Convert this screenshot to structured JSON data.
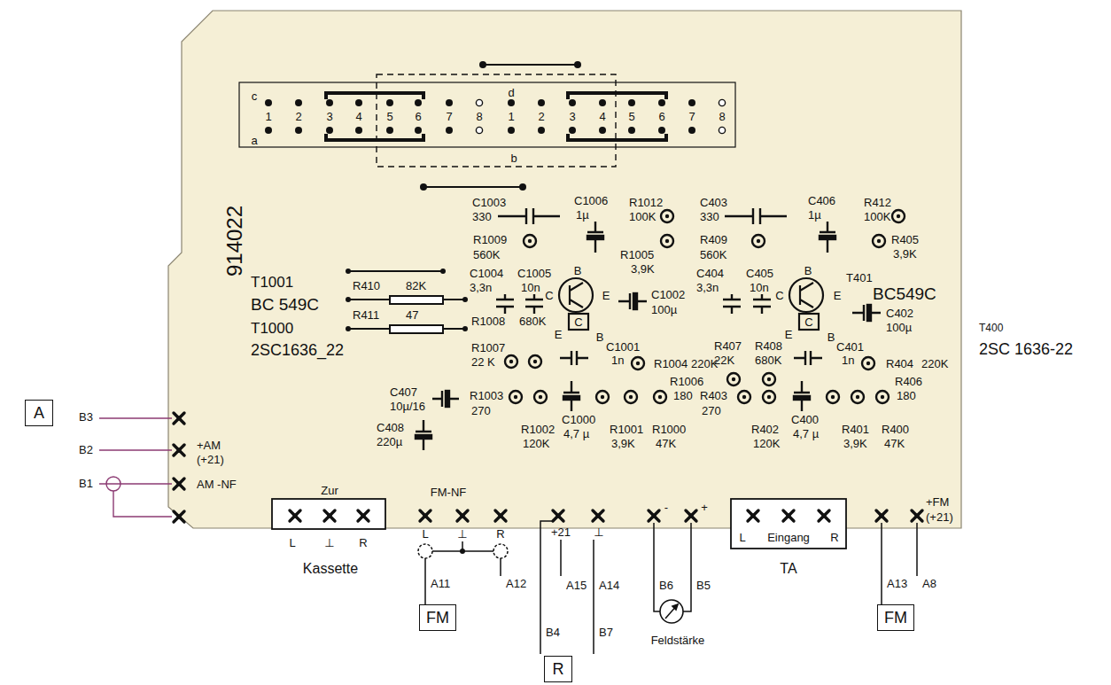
{
  "diagram": {
    "nodes": [
      {
        "text": [
          "A"
        ]
      },
      {
        "text": [
          "FM"
        ]
      },
      {
        "text": [
          "R"
        ]
      },
      {
        "text": [
          "FM"
        ]
      }
    ],
    "labels": [
      "c",
      "a",
      "1",
      "2",
      "3",
      "4",
      "5",
      "6",
      "7",
      "8",
      "d",
      "1",
      "2",
      "3",
      "4",
      "5",
      "6",
      "7",
      "8",
      "b",
      "914022",
      "T1001",
      "BC 549C",
      "T1000",
      "2SC1636_22",
      "R410",
      "82K",
      "R411",
      "47",
      "C1003",
      "330",
      "C1006",
      "1µ",
      "R1012",
      "100K",
      "R1009",
      "560K",
      "R1005",
      "3,9K",
      "C1004",
      "3,3n",
      "C1005",
      "10n",
      "B",
      "C",
      "E",
      "C",
      "E",
      "B",
      "C1002",
      "100µ",
      "R1008",
      "680K",
      "R1007",
      "22 K",
      "C1001",
      "1n",
      "R1004",
      "220K",
      "R1006",
      "180",
      "R1003",
      "270",
      "C1000",
      "4,7 µ",
      "R1002",
      "120K",
      "R1001",
      "3,9K",
      "R1000",
      "47K",
      "C403",
      "330",
      "C406",
      "1µ",
      "R412",
      "100K",
      "R409",
      "560K",
      "R405",
      "3,9K",
      "C404",
      "3,3n",
      "C405",
      "10n",
      "B",
      "C",
      "E",
      "T401",
      "BC549C",
      "C",
      "E",
      "B",
      "C402",
      "100µ",
      "T400",
      "2SC 1636-22",
      "R407",
      "22K",
      "R408",
      "680K",
      "C401",
      "1n",
      "R404",
      "220K",
      "R403",
      "270",
      "C400",
      "4,7 µ",
      "R406",
      "180",
      "R402",
      "120K",
      "R401",
      "3,9K",
      "R400",
      "47K",
      "C407",
      "10µ/16",
      "C408",
      "220µ",
      "B3",
      "B2",
      "+AM",
      "(+21)",
      "B1",
      "AM -NF",
      "Zur",
      "L",
      "⊥",
      "R",
      "Kassette",
      "FM-NF",
      "L",
      "⊥",
      "R",
      "+21",
      "⊥",
      "-",
      "+",
      "L",
      "Eingang",
      "R",
      "TA",
      "+FM",
      "(+21)",
      "A11",
      "A12",
      "A15",
      "A14",
      "B6",
      "B5",
      "Feldstärke",
      "A13",
      "A8",
      "B4",
      "B7"
    ]
  }
}
